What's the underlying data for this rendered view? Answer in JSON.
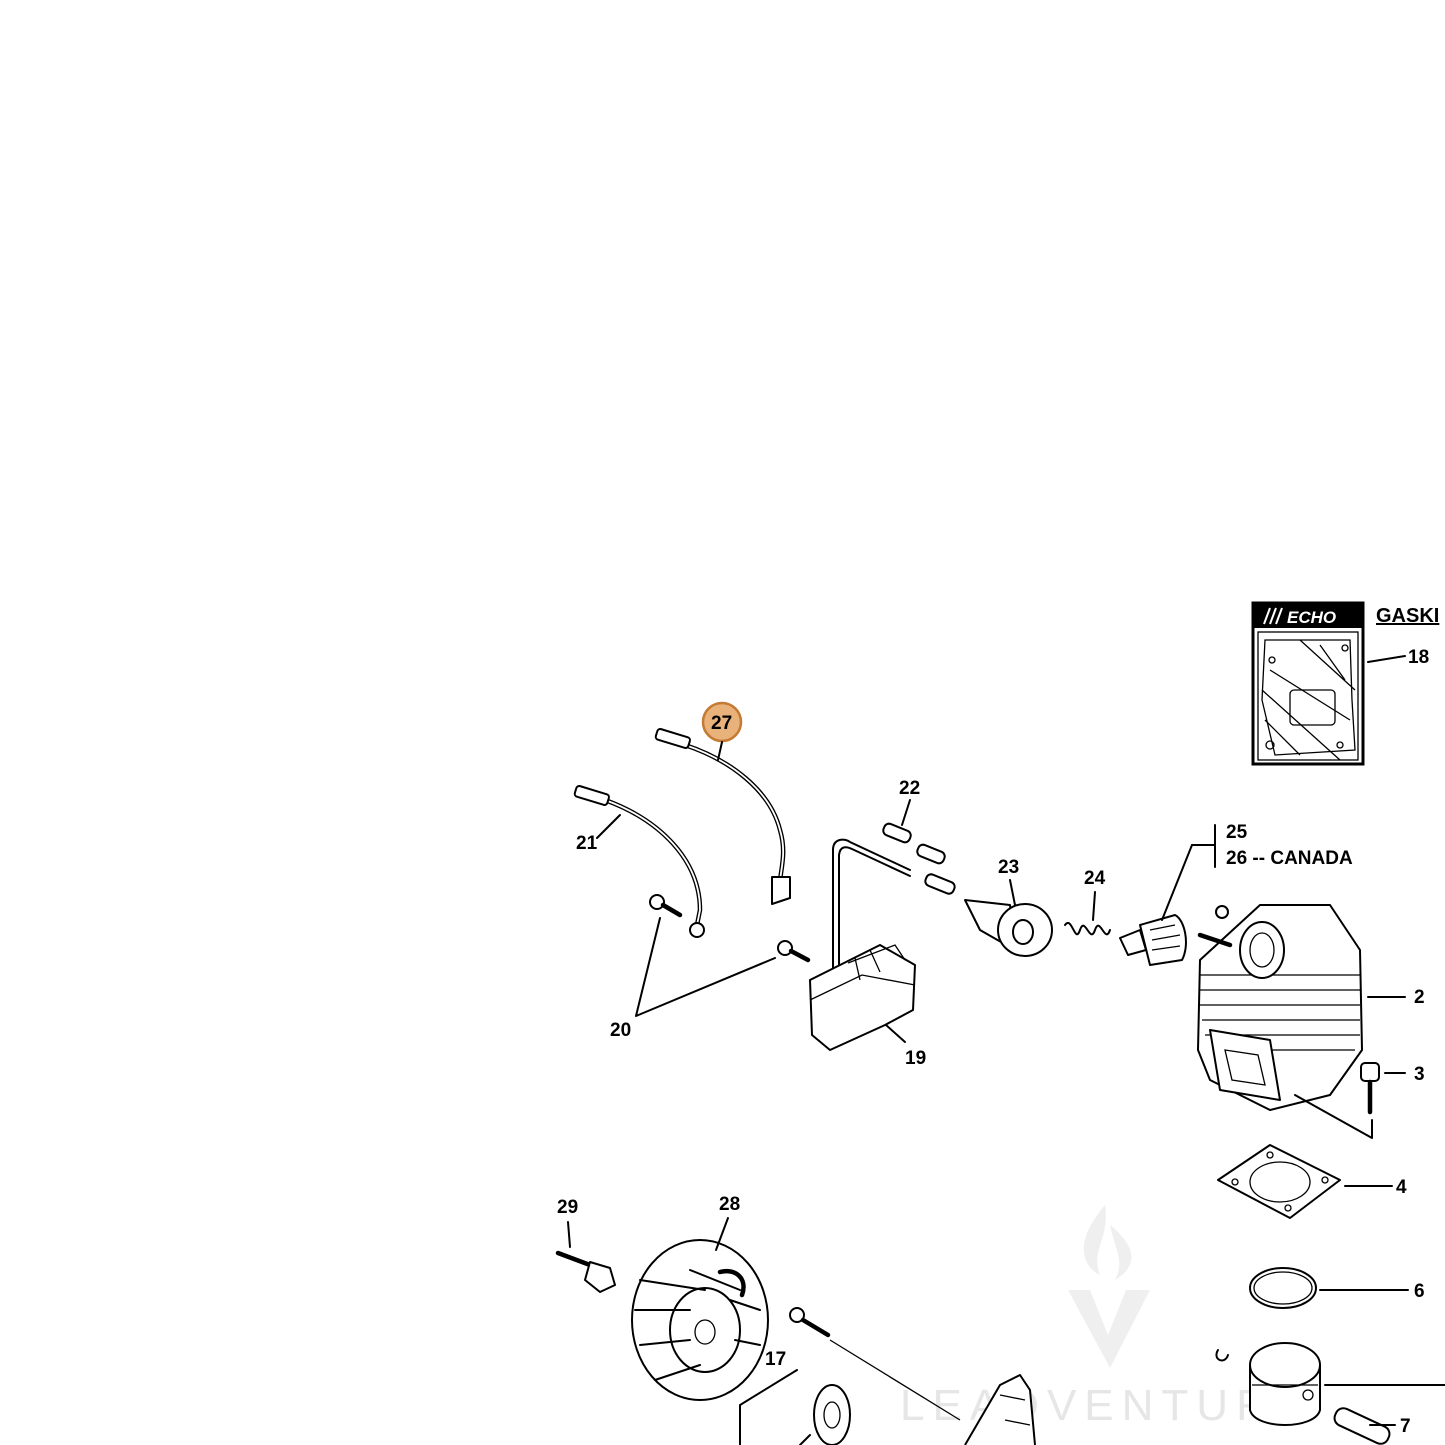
{
  "brand": "ECHO",
  "gasket_kit_title": "GASKI",
  "highlight_color": "#e8b27a",
  "highlight_stroke": "#c47a33",
  "watermark": {
    "text": "LEADVENTURE",
    "icon": "flame-v-logo"
  },
  "callouts": {
    "c2": "2",
    "c3": "3",
    "c4": "4",
    "c6": "6",
    "c7": "7",
    "c17": "17",
    "c18": "18",
    "c19": "19",
    "c20": "20",
    "c21": "21",
    "c22": "22",
    "c23": "23",
    "c24": "24",
    "c25": "25",
    "c26": "26 -- CANADA",
    "c27": "27",
    "c28": "28",
    "c29": "29"
  }
}
